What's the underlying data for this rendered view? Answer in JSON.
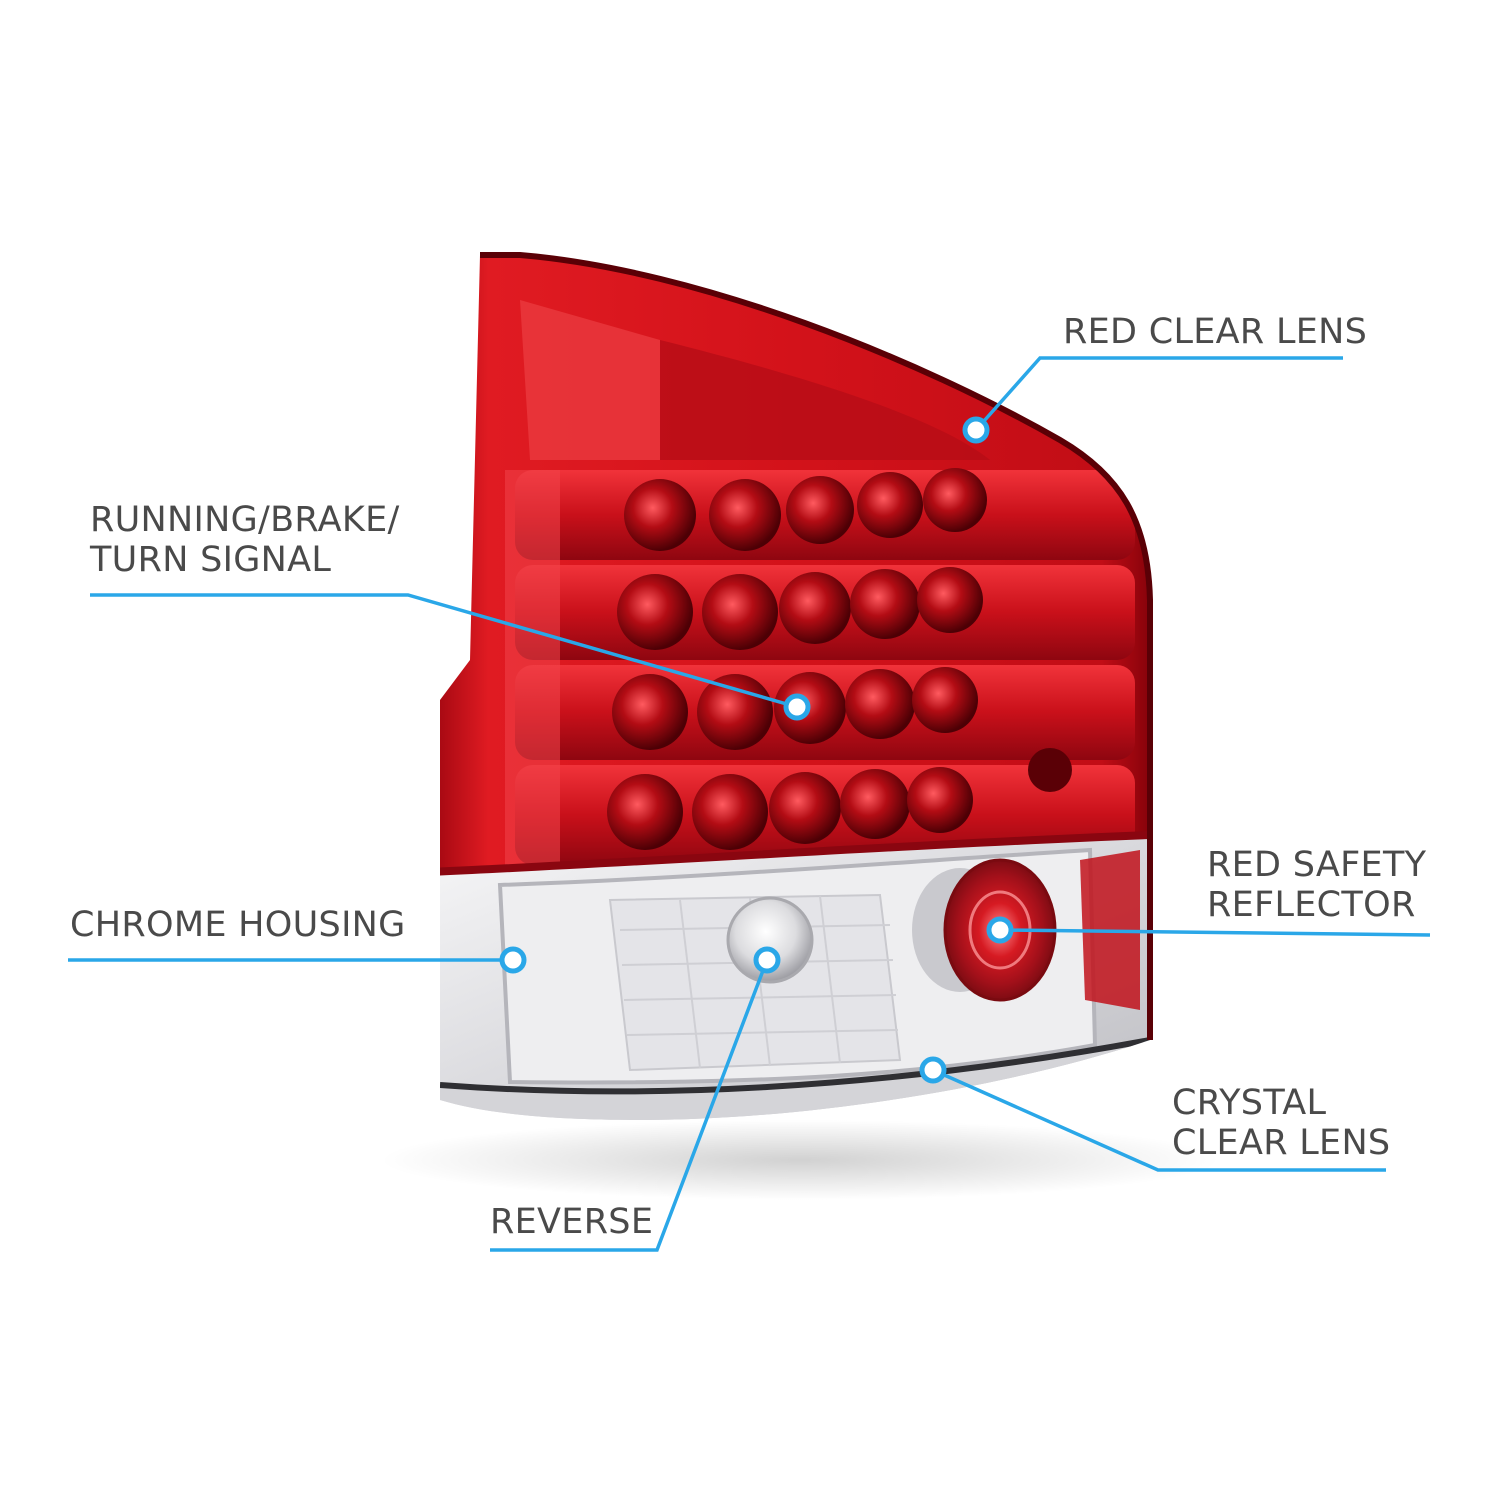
{
  "callouts": {
    "red_clear_lens": "RED CLEAR LENS",
    "running_brake_line1": "RUNNING/BRAKE/",
    "running_brake_line2": "TURN SIGNAL",
    "chrome_housing": "CHROME HOUSING",
    "red_safety_line1": "RED SAFETY",
    "red_safety_line2": "REFLECTOR",
    "crystal_line1": "CRYSTAL",
    "crystal_line2": "CLEAR LENS",
    "reverse": "REVERSE"
  },
  "colors": {
    "callout_line": "#2aa7e8",
    "label_text": "#4a4a4a",
    "lens_red": "#d0111b",
    "lens_dark_red": "#7a0008",
    "clear_lens": "#e8e8ea"
  }
}
